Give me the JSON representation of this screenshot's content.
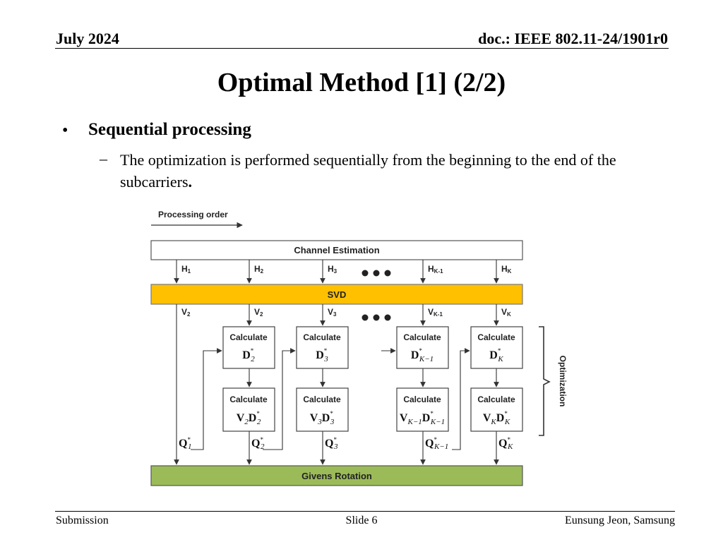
{
  "header": {
    "date": "July 2024",
    "doc": "doc.: IEEE 802.11-24/1901r0"
  },
  "slide": {
    "title": "Optimal Method [1] (2/2)",
    "bullet_symbol": "•",
    "dash_symbol": "–",
    "bullet1": "Sequential processing",
    "bullet2_text": "The optimization is performed sequentially from the beginning to the end of the subcarriers",
    "bullet2_period": "."
  },
  "diagram": {
    "processing_order": "Processing order",
    "channel_estimation": "Channel Estimation",
    "svd": "SVD",
    "givens_rotation": "Givens Rotation",
    "optimization": "Optimization",
    "calculate": "Calculate",
    "h_labels": [
      {
        "base": "H",
        "sub": "1"
      },
      {
        "base": "H",
        "sub": "2"
      },
      {
        "base": "H",
        "sub": "3"
      },
      {
        "base": "H",
        "sub": "K-1"
      },
      {
        "base": "H",
        "sub": "K"
      }
    ],
    "v_labels": [
      {
        "base": "V",
        "sub": "2"
      },
      {
        "base": "V",
        "sub": "2"
      },
      {
        "base": "V",
        "sub": "3"
      },
      {
        "base": "V",
        "sub": "K-1"
      },
      {
        "base": "V",
        "sub": "K"
      }
    ],
    "d_boxes": [
      {
        "main": "D",
        "sub": "2",
        "sup": "*"
      },
      {
        "main": "D",
        "sub": "3",
        "sup": "*"
      },
      {
        "main": "D",
        "sub": "K−1",
        "sup": "*"
      },
      {
        "main": "D",
        "sub": "K",
        "sup": "*"
      }
    ],
    "vd_boxes": [
      {
        "v": "V",
        "vsub": "2",
        "d": "D",
        "dsub": "2",
        "sup": "*"
      },
      {
        "v": "V",
        "vsub": "3",
        "d": "D",
        "dsub": "3",
        "sup": "*"
      },
      {
        "v": "V",
        "vsub": "K−1",
        "d": "D",
        "dsub": "K−1",
        "sup": "*"
      },
      {
        "v": "V",
        "vsub": "K",
        "d": "D",
        "dsub": "K",
        "sup": "*"
      }
    ],
    "q_labels": [
      {
        "main": "Q",
        "sub": "1",
        "sup": "*"
      },
      {
        "main": "Q",
        "sub": "2",
        "sup": "*"
      },
      {
        "main": "Q",
        "sub": "3",
        "sup": "*"
      },
      {
        "main": "Q",
        "sub": "K−1",
        "sup": "*"
      },
      {
        "main": "Q",
        "sub": "K",
        "sup": "*"
      }
    ],
    "colors": {
      "svd_fill": "#FFC000",
      "givens_fill": "#9BBB59",
      "line": "#333333"
    }
  },
  "footer": {
    "left": "Submission",
    "center": "Slide 6",
    "right": "Eunsung Jeon, Samsung"
  }
}
